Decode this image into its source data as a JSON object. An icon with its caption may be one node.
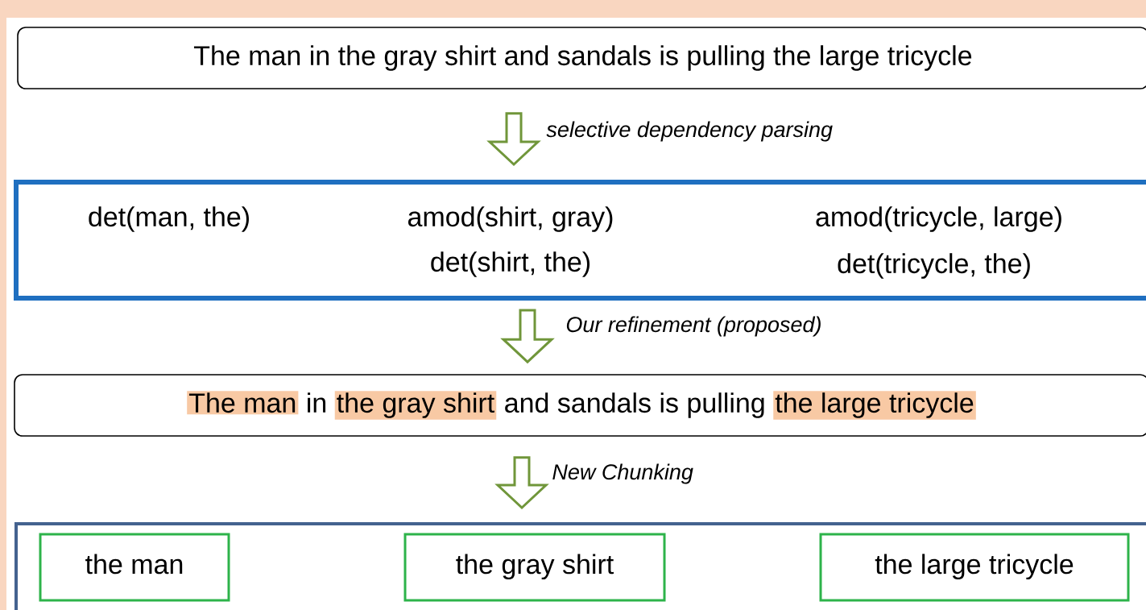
{
  "diagram": {
    "nodes": [
      {
        "text": [
          "The man in the gray shirt and sandals is pulling the large tricycle"
        ]
      },
      {
        "text": [
          "det(man, the)",
          "amod(shirt, gray)",
          "det(shirt, the)",
          "amod(tricycle, large)",
          "det(tricycle, the)"
        ]
      },
      {
        "text": [
          "The man",
          "in",
          "the gray shirt",
          "and sandals is pulling",
          "the large tricycle"
        ]
      },
      {
        "text": [],
        "shape": "box"
      },
      {
        "text": [
          "the man"
        ],
        "in": 3
      },
      {
        "text": [
          "the gray shirt"
        ],
        "in": 3
      },
      {
        "text": [
          "the large tricycle"
        ],
        "in": 3
      }
    ],
    "edges": [
      {
        "from": 0,
        "to": 1,
        "arrow": "to",
        "label": "selective dependency parsing"
      },
      {
        "from": 1,
        "to": 2,
        "arrow": "to",
        "label": "Our refinement (proposed)"
      },
      {
        "from": 2,
        "to": 3,
        "arrow": "to",
        "label": "New Chunking"
      }
    ]
  }
}
